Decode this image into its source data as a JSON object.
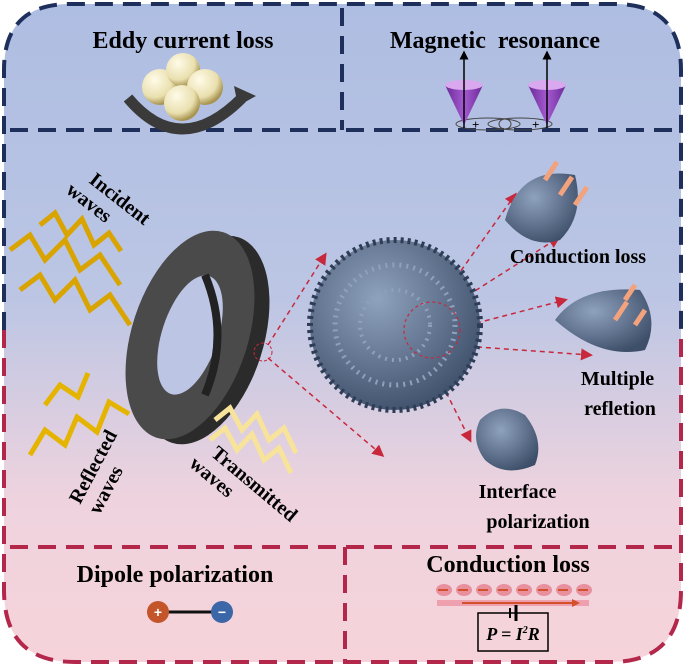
{
  "panels": {
    "eddy_current": {
      "title": "Eddy current loss"
    },
    "magnetic_resonance": {
      "title": "Magnetic  resonance",
      "charges": [
        "+",
        "+"
      ]
    },
    "dipole_polarization": {
      "title": "Dipole polarization",
      "charges": [
        "+",
        "−"
      ]
    },
    "conduction_loss_bottom": {
      "title": "Conduction loss",
      "formula": {
        "lhs": "P = I",
        "sup": "2",
        "rhs": "R"
      }
    }
  },
  "center": {
    "incident": [
      "Incident",
      "waves"
    ],
    "reflected": [
      "Reflected",
      "waves"
    ],
    "transmitted": [
      "Transmitted",
      "waves"
    ],
    "conduction_loss": "Conduction loss",
    "multiple_reflection": [
      "Multiple",
      "refletion"
    ],
    "interface_polarization": [
      "Interface",
      "polarization"
    ]
  },
  "colors": {
    "top_bg": "#aebde2",
    "bottom_bg": "#f6d3da",
    "navy_dash": "#1e2f5c",
    "crimson_dash": "#b3274b",
    "wave_incident": "#d9a400",
    "wave_transmitted": "#f7e39a",
    "cone": "#8a3fb0",
    "ring": "#3a3a3a",
    "sphere": "#5f7391"
  }
}
